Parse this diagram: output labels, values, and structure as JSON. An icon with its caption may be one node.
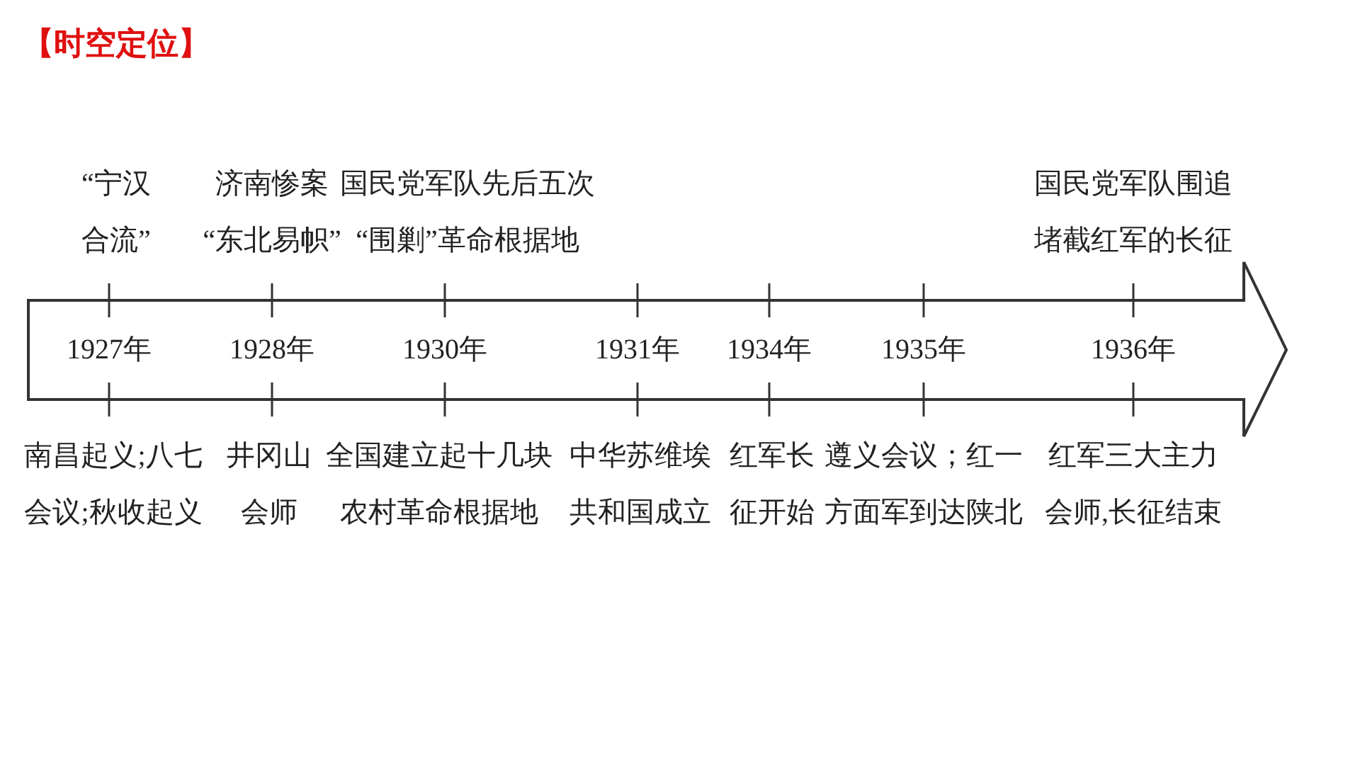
{
  "diagram": {
    "title": "【时空定位】",
    "nodes": [
      {
        "text": [
          "1927年",
          "1928年",
          "1930年",
          "1931年",
          "1934年",
          "1935年",
          "1936年"
        ]
      }
    ],
    "labels": [
      "“宁汉合流”",
      "济南惨案“东北易帜”",
      "国民党军队先后五次“围剿”革命根据地",
      "国民党军队围追堵截红军的长征",
      "南昌起义;八七会议;秋收起义",
      "井冈山会师",
      "全国建立起十几块农村革命根据地",
      "中华苏维埃共和国成立",
      "红军长征开始",
      "遵义会议；红一方面军到达陕北",
      "红军三大主力会师,长征结束"
    ]
  }
}
